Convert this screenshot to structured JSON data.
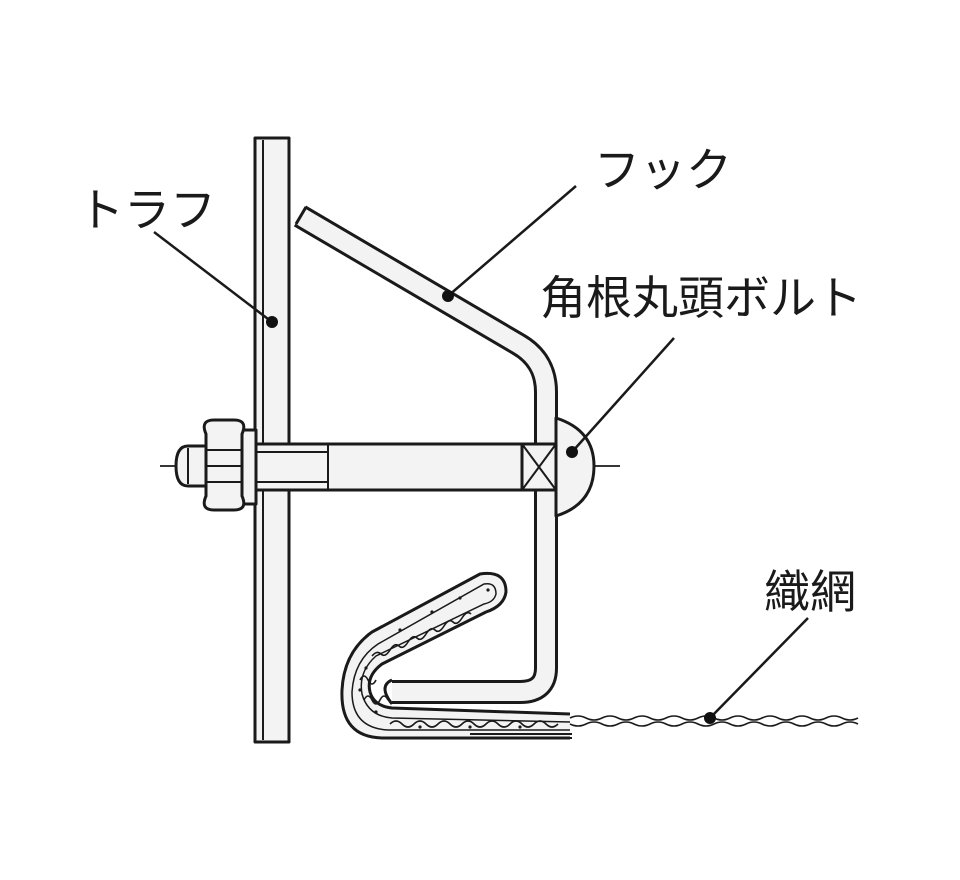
{
  "labels": {
    "trough": "トラフ",
    "hook": "フック",
    "bolt": "角根丸頭ボルト",
    "net": "織網"
  },
  "colors": {
    "line": "#1a1a1a",
    "fill": "#f3f3f3",
    "background": "#ffffff"
  }
}
